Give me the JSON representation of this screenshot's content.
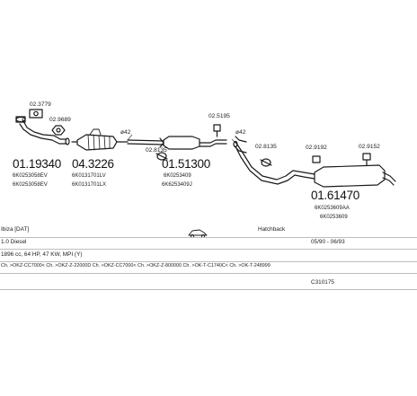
{
  "parts": {
    "p1": {
      "number": "01.19340",
      "refs": [
        "6K0253058EV",
        "6K0253058EV"
      ]
    },
    "p2": {
      "number": "04.3226",
      "refs": [
        "6K0131701LV",
        "6K0131701LX"
      ]
    },
    "p3": {
      "number": "01.51300",
      "refs": [
        "6K0253409",
        "6K6253409J"
      ]
    },
    "p4": {
      "number": "01.61470",
      "refs": [
        "6K0253609AA",
        "6K0253609"
      ]
    }
  },
  "small_labels": {
    "c1": "02.3779",
    "c2": "02.9689",
    "c3": "02.8135",
    "c4": "02.5195",
    "c5": "02.8135",
    "c6": "02.9192",
    "c7": "02.9152",
    "d1": "ø42",
    "d2": "ø42"
  },
  "vehicle": {
    "model": "Ibiza [DAT]",
    "body": "Hatchback",
    "engine": "1.0 Diesel",
    "years": "05/90 - 06/93",
    "specs": "1896 cc, 64 HP, 47 KW, MPI (Y)",
    "chassis": "Ch. >OKZ-CC7000< Ch. >OKZ-Z-22000D Ch. >OKZ-CC7000< Ch. >OKZ-Z-800000 Ch. >OK-T-C1740C< Ch. >OK-T-248999",
    "code": "C310175"
  }
}
